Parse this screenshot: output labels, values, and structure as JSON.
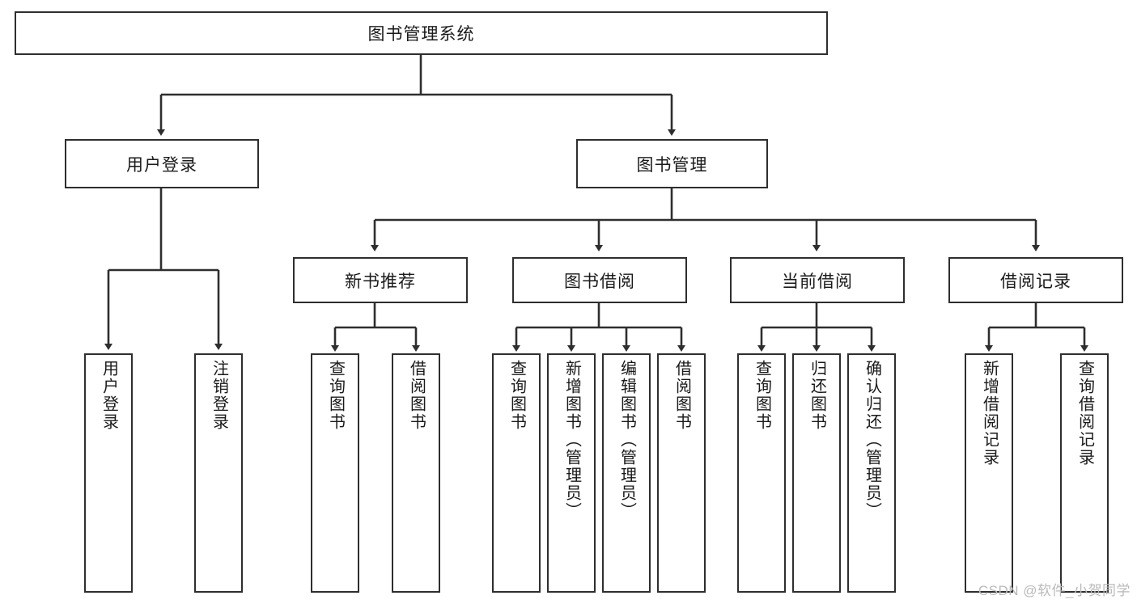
{
  "diagram": {
    "title": "图书管理系统",
    "type": "tree-hierarchy-diagram",
    "colors": {
      "box_border": "#2e2e2e",
      "box_fill": "#ffffff",
      "edge": "#2e2e2e",
      "text": "#1a1a1a",
      "watermark": "#b9b9b9"
    },
    "nodes": {
      "root": "图书管理系统",
      "level2": [
        "用户登录",
        "图书管理"
      ],
      "level3": [
        "新书推荐",
        "图书借阅",
        "当前借阅",
        "借阅记录"
      ],
      "leaves": {
        "user_login": [
          "用户登录",
          "注销登录"
        ],
        "new_book_recommend": [
          "查询图书",
          "借阅图书"
        ],
        "book_borrow": [
          "查询图书",
          "新增图书（管理员）",
          "编辑图书（管理员）",
          "借阅图书"
        ],
        "current_borrow": [
          "查询图书",
          "归还图书",
          "确认归还（管理员）"
        ],
        "borrow_record": [
          "新增借阅记录",
          "查询借阅记录"
        ]
      }
    },
    "watermark": "CSDN @软件_小贺同学"
  }
}
